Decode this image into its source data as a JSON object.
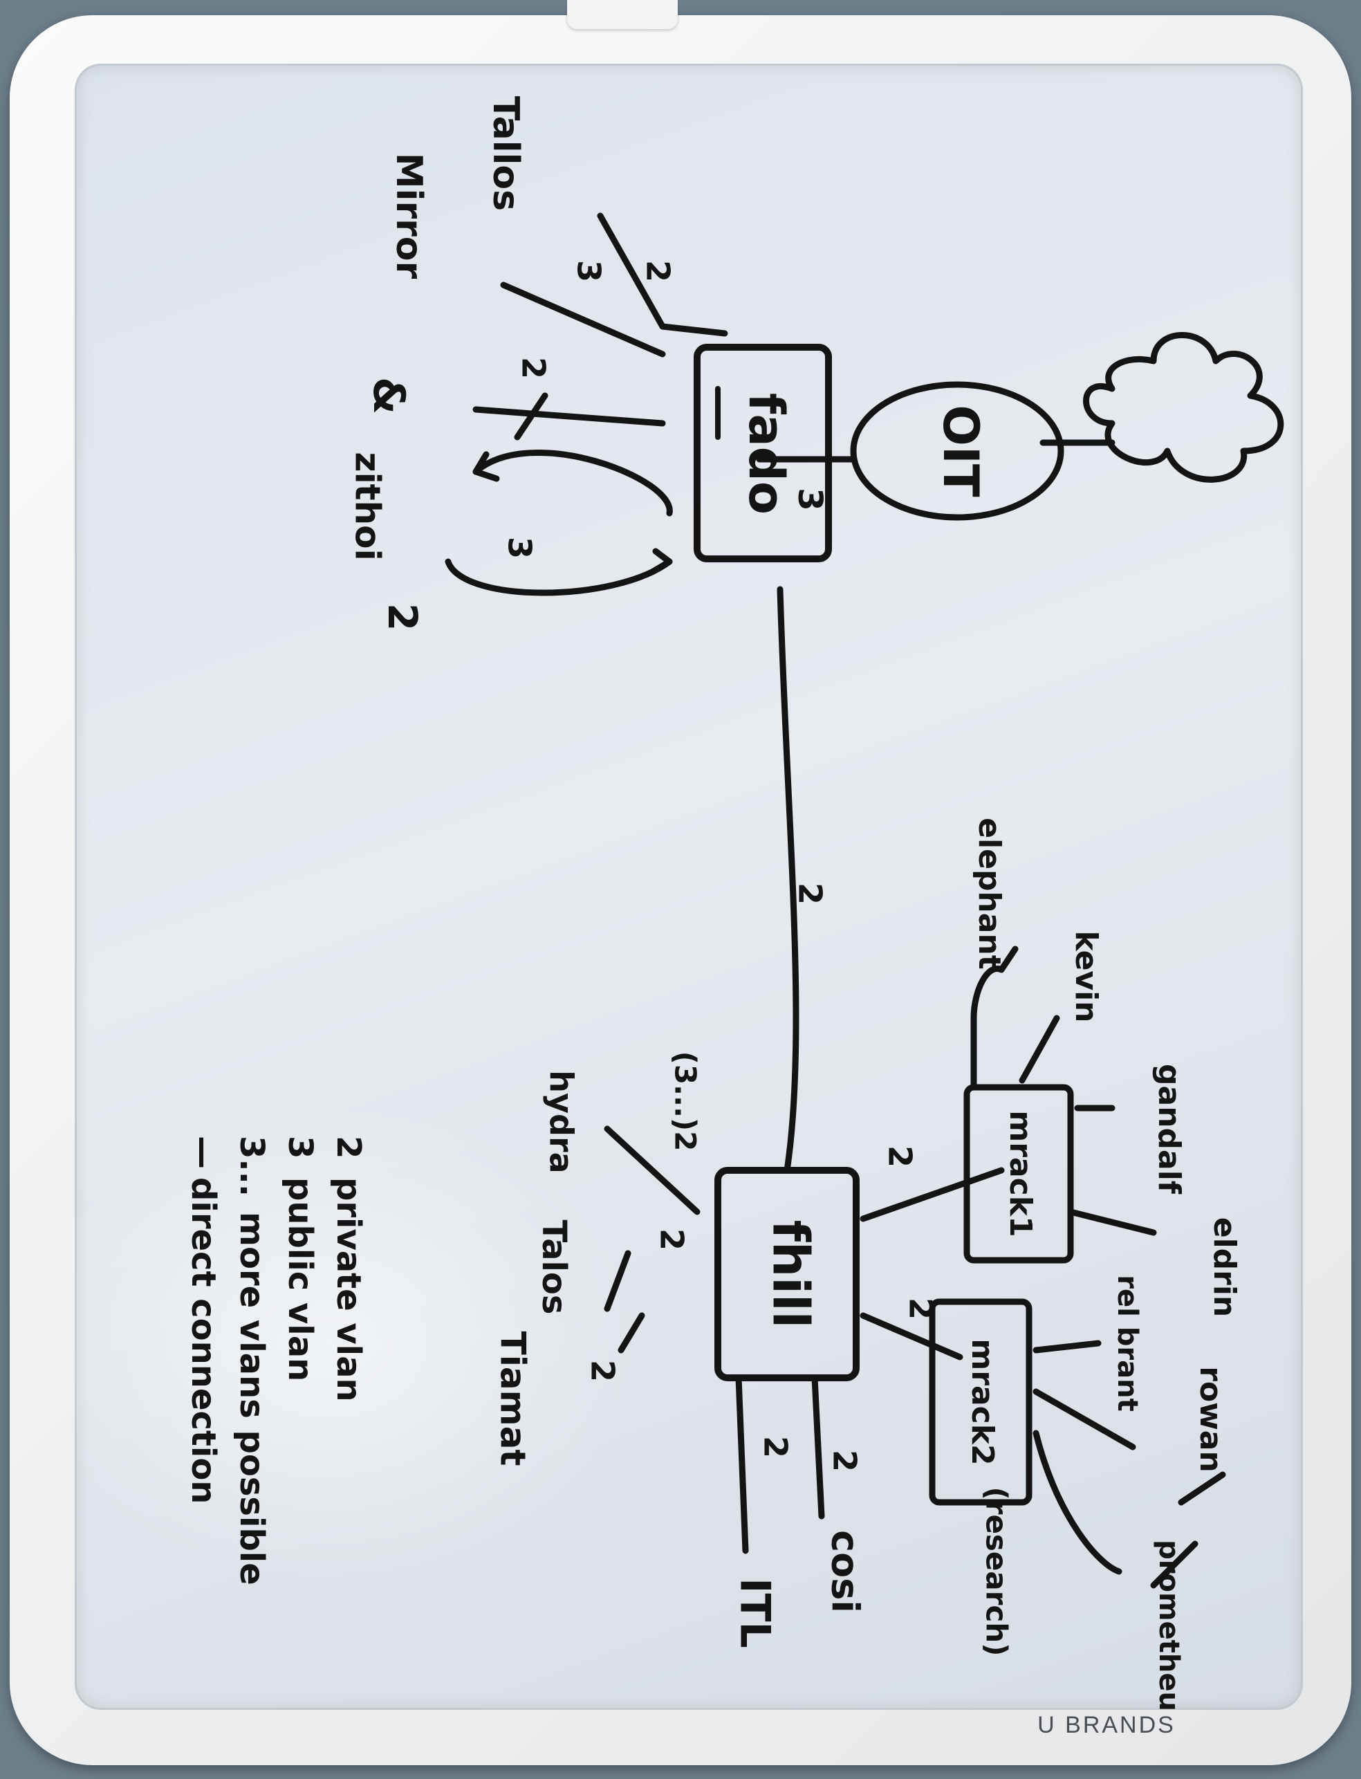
{
  "nodes": {
    "cloud": "",
    "oit": "OIT",
    "fado": "fado",
    "fhill": "fhill",
    "mrack1": "mrack1",
    "mrack2": "mrack2"
  },
  "fado_peers": {
    "tallos": "Tallos",
    "mirror": "Mirror",
    "ampersand": "&",
    "zithoi": "zithoi"
  },
  "fhill_peers": {
    "hydra": "hydra",
    "talos": "Talos",
    "tiamat": "Tiamat",
    "itl": "ITL",
    "cosi": "cosi",
    "research": "(research)"
  },
  "mrack1_peers": {
    "elephant": "elephant",
    "kevin": "kevin",
    "gandalf": "gandalf",
    "eldrin": "eldrin"
  },
  "mrack2_peers": {
    "rel_brant": "rel brant",
    "rowan": "rowan",
    "prometheus": "prometheus"
  },
  "link_labels": {
    "fado_oit": "3",
    "fado_tallos": "2",
    "fado_mirror": "3",
    "fado_amp": "2",
    "fado_zithoi_a": "3",
    "fado_zithoi_b": "2",
    "fado_fhill": "2",
    "fhill_hydra": "(3...)2",
    "fhill_talos": "2",
    "fhill_tiamat": "2",
    "fhill_itl": "2",
    "fhill_cosi": "2",
    "fhill_mrack1": "2",
    "fhill_mrack2": "2"
  },
  "legend": [
    {
      "key": "2",
      "text": "private vlan"
    },
    {
      "key": "3",
      "text": "public vlan"
    },
    {
      "key": "3...",
      "text": "more vlans possible"
    },
    {
      "key": "—",
      "text": "direct connection"
    }
  ],
  "brand": "U BRANDS"
}
